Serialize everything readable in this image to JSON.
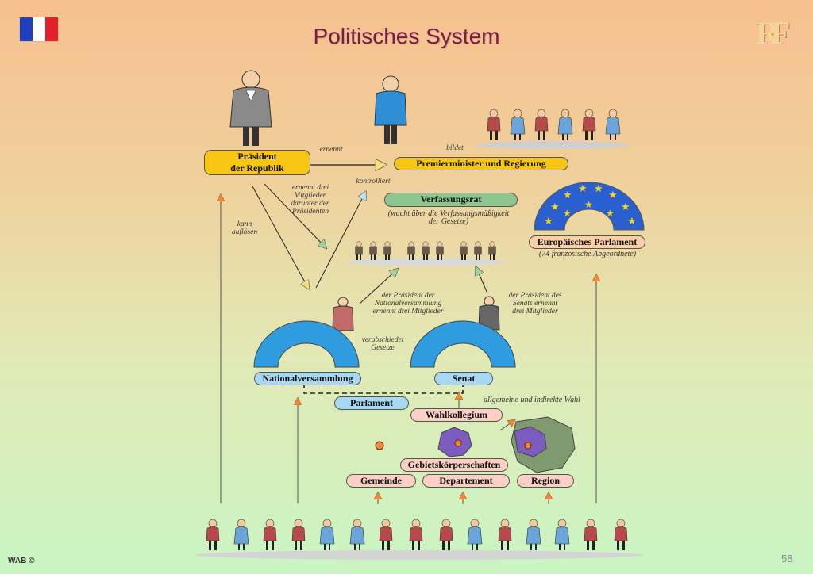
{
  "title": "Politisches System",
  "colors": {
    "title": "#7a1b4a",
    "flag": [
      "#1f3fbf",
      "#ffffff",
      "#e0202a"
    ],
    "president_box": "#f7c615",
    "verfassungsrat_box": "#8fc58e",
    "parliament_box": "#a6d8f2",
    "territory_box": "#f9d0c3",
    "eu_parliament": "#2a5fcf",
    "eu_stars": "#f5d31c"
  },
  "logo_text": "RF",
  "boxes": {
    "president_line1": "Präsident",
    "president_line2": "der Republik",
    "premier": "Premierminister und Regierung",
    "verfassungsrat": "Verfassungsrat",
    "eu_parlament": "Europäisches Parlament",
    "nationalversammlung": "Nationalversammlung",
    "senat": "Senat",
    "parlament": "Parlament",
    "wahlkollegium": "Wahlkollegium",
    "gebietskoerperschaften": "Gebietskörperschaften",
    "gemeinde": "Gemeinde",
    "departement": "Departement",
    "region": "Region"
  },
  "annotations": {
    "ernennt": "ernennt",
    "bildet": "bildet",
    "kontrolliert": "kontrolliert",
    "ernennt_drei": [
      "ernennt drei",
      "Mitglieder,",
      "darunter den",
      "Präsidenten"
    ],
    "kann_aufloesen": [
      "kann",
      "auflösen"
    ],
    "verfassungsrat_note": [
      "(wacht über die Verfassungsmäßigkeit",
      "der Gesetze)"
    ],
    "eu_note": "(74 französische Abgeordnete)",
    "praesident_nv": [
      "der Präsident der",
      "Nationalversammlung",
      "ernennt drei Mitglieder"
    ],
    "praesident_senat": [
      "der Präsident des",
      "Senats ernennt",
      "drei Mitglieder"
    ],
    "verabschiedet": [
      "verabschiedet",
      "Gesetze"
    ],
    "wahl_note": "allgemeine und indirekte Wahl"
  },
  "footer": {
    "copyright": "WAB ©",
    "page_number": "58"
  }
}
